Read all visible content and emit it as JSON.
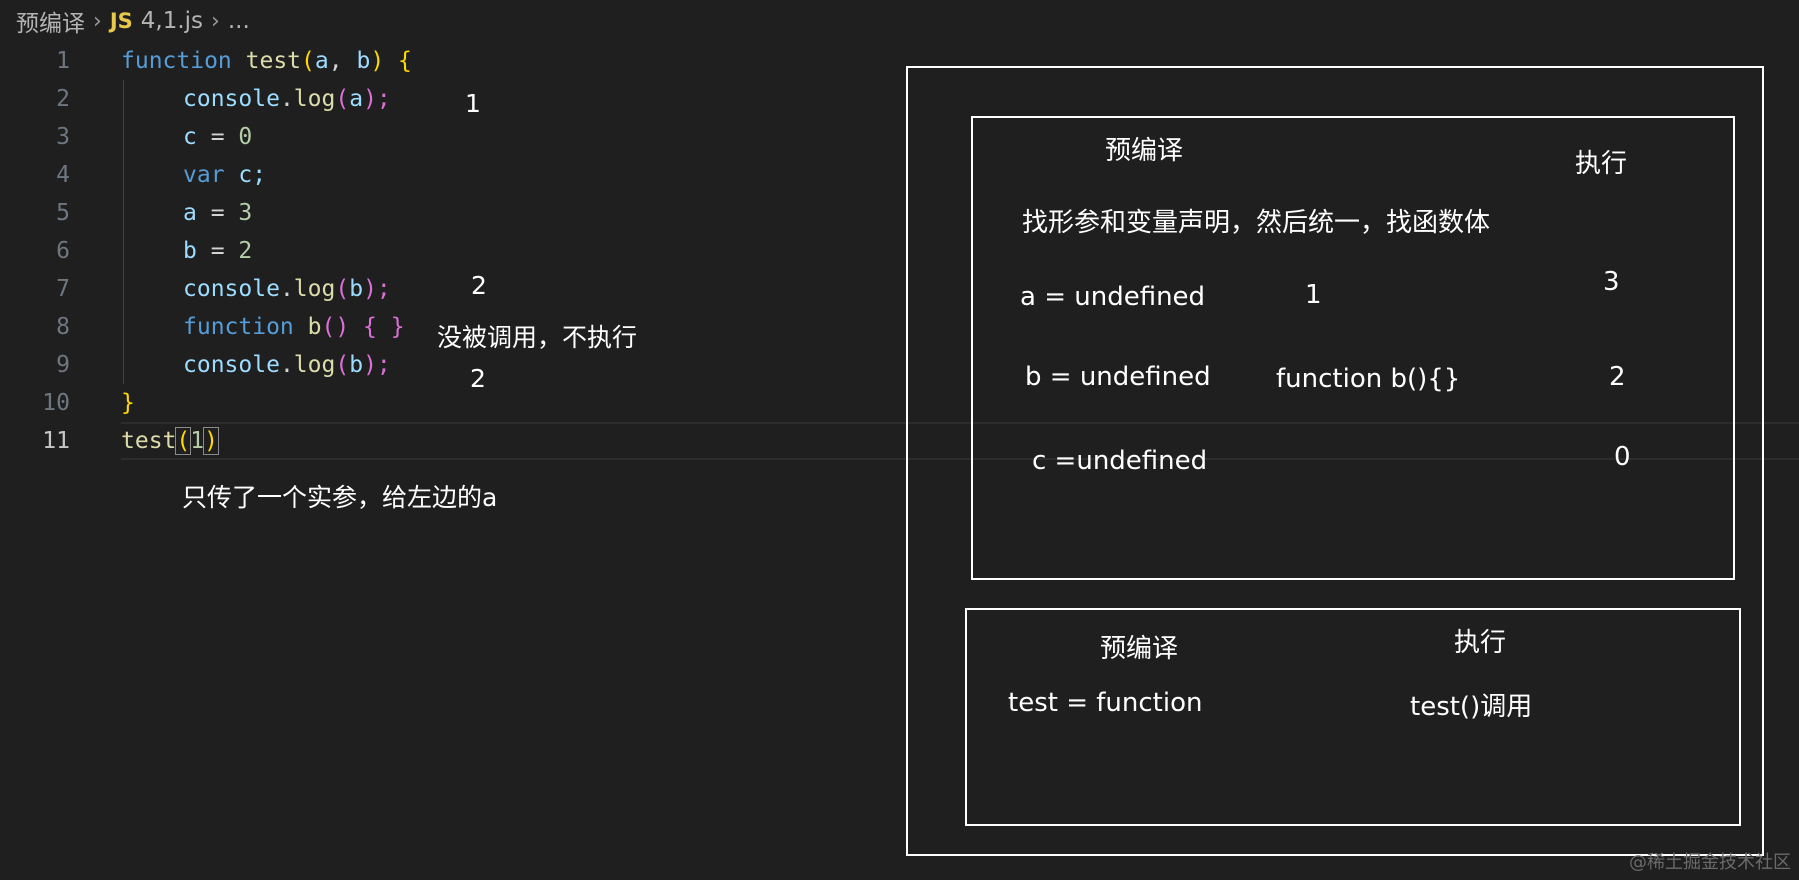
{
  "breadcrumb": {
    "folder": "预编译",
    "file_icon": "JS",
    "file": "4,1.js",
    "more": "..."
  },
  "editor": {
    "line_numbers": [
      "1",
      "2",
      "3",
      "4",
      "5",
      "6",
      "7",
      "8",
      "9",
      "10",
      "11"
    ],
    "active_line": 11,
    "tokens": {
      "l1": [
        "function",
        "test",
        "(",
        "a",
        ", ",
        "b",
        ")",
        " {"
      ],
      "l2": [
        "console",
        ".",
        "log",
        "(",
        "a",
        ");"
      ],
      "l3": [
        "c",
        " = ",
        "0"
      ],
      "l4": [
        "var",
        " c;"
      ],
      "l5": [
        "a",
        " = ",
        "3"
      ],
      "l6": [
        "b",
        " = ",
        "2"
      ],
      "l7": [
        "console",
        ".",
        "log",
        "(",
        "b",
        ");"
      ],
      "l8": [
        "function",
        "b",
        "()",
        " { }"
      ],
      "l9": [
        "console",
        ".",
        "log",
        "(",
        "b",
        ");"
      ],
      "l10": [
        "}"
      ],
      "l11": [
        "test",
        "(",
        "1",
        ")"
      ]
    }
  },
  "annotations": {
    "line2_output": "1",
    "line7_output": "2",
    "line8_note": "没被调用，不执行",
    "line9_output": "2",
    "call_note": "只传了一个实参，给左边的a"
  },
  "diagram": {
    "inner_top": {
      "precompile_label": "预编译",
      "execute_label": "执行",
      "rule": "找形参和变量声明，然后统一，找函数体",
      "rows": [
        {
          "name": "a = undefined",
          "step2": "1",
          "exec": "3"
        },
        {
          "name": "b = undefined",
          "step2": "function b(){}",
          "exec": "2"
        },
        {
          "name": "c =undefined",
          "step2": "",
          "exec": "0"
        }
      ]
    },
    "inner_bottom": {
      "precompile_label": "预编译",
      "execute_label": "执行",
      "left": "test = function",
      "right": "test()调用"
    }
  },
  "watermark": "@稀土掘金技术社区",
  "colors": {
    "background": "#1f1f1f",
    "keyword": "#569cd6",
    "function_name": "#dcdcaa",
    "parameter": "#9cdcfe",
    "number": "#b5cea8",
    "bracket_level1": "#ffd700",
    "bracket_level2": "#da70d6"
  }
}
